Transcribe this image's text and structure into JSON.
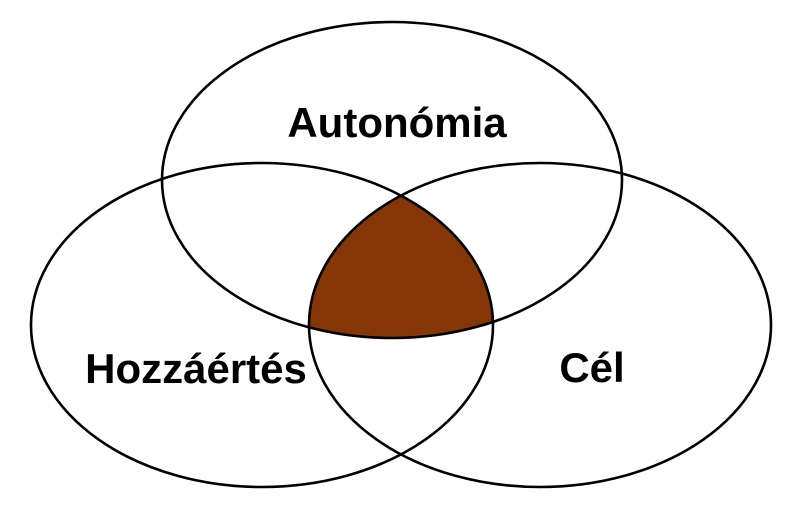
{
  "diagram": {
    "type": "venn",
    "background_color": "#ffffff",
    "outline_color": "#000000",
    "intersection_fill": "#843606",
    "sets": [
      {
        "id": "autonomia",
        "label": "Autonómia",
        "position": "top"
      },
      {
        "id": "hozzaertes",
        "label": "Hozzáértés",
        "position": "left"
      },
      {
        "id": "cel",
        "label": "Cél",
        "position": "right"
      }
    ],
    "center_region": {
      "meaning": "triple-intersection",
      "fill": "#843606"
    }
  }
}
